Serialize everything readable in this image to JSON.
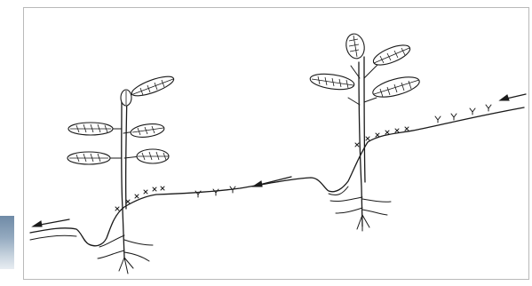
{
  "figure": {
    "description_visible_text": "",
    "flow_direction": "right-to-left",
    "colors": {
      "ink": "#1a1a1a",
      "frame": "#b9b9b9",
      "background": "#ffffff"
    }
  },
  "elements": {
    "plants": 2,
    "flow_arrows": 3
  }
}
